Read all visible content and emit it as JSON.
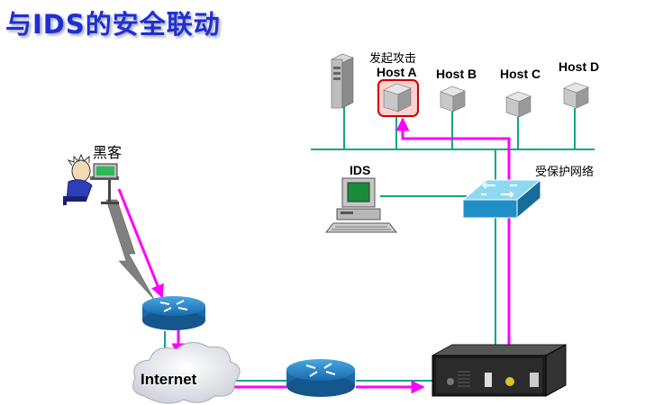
{
  "title": "与IDS的安全联动",
  "labels": {
    "attacker": "发起攻击",
    "host_a": "Host A",
    "host_b": "Host B",
    "host_c": "Host C",
    "host_d": "Host D",
    "hacker": "黑客",
    "ids": "IDS",
    "protected_network": "受保护网络",
    "internet": "Internet"
  },
  "colors": {
    "title": "#1f2fcf",
    "link": "#12a48a",
    "attack_path": "#ff00ff",
    "router": "#1a7fc4",
    "switch": "#23a6d8"
  },
  "icons": [
    "server-icon",
    "host-icon",
    "hacker-icon",
    "ids-workstation-icon",
    "switch-icon",
    "router-icon",
    "cloud-icon",
    "firewall-icon",
    "lightning-icon"
  ]
}
